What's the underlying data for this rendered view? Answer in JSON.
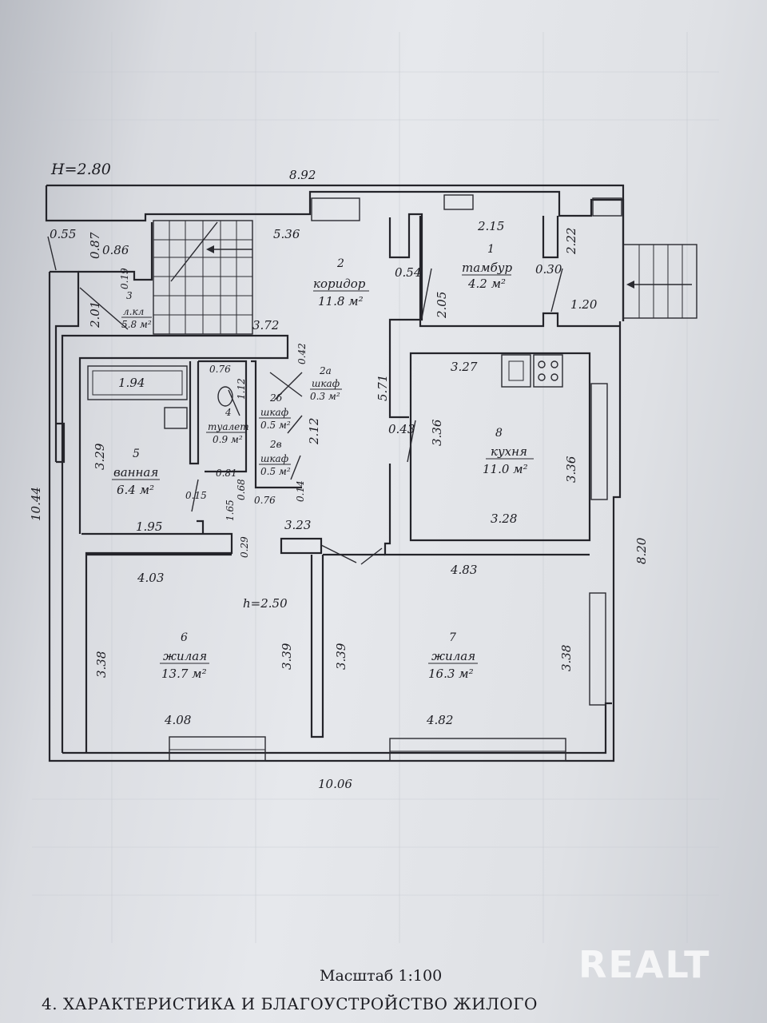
{
  "plan": {
    "height_main": "H=2.80",
    "height_living": "h=2.50",
    "dims": {
      "top_total": "8.92",
      "bottom_total": "10.06",
      "left_total": "10.44",
      "right_total": "8.20",
      "d_055": "0.55",
      "d_087": "0.87",
      "d_086": "0.86",
      "d_019": "0.19",
      "d_201": "2.01",
      "d_536": "5.36",
      "d_372": "3.72",
      "d_042": "0.42",
      "d_054": "0.54",
      "d_215": "2.15",
      "d_030": "0.30",
      "d_222": "2.22",
      "d_205": "2.05",
      "d_120": "1.20",
      "d_571": "5.71",
      "d_043": "0.43",
      "d_327": "3.27",
      "d_336a": "3.36",
      "d_336b": "3.36",
      "d_328": "3.28",
      "d_194": "1.94",
      "d_076a": "0.76",
      "d_112": "1.12",
      "d_212": "2.12",
      "d_329": "3.29",
      "d_081": "0.81",
      "d_068": "0.68",
      "d_076b": "0.76",
      "d_014": "0.14",
      "d_015": "0.15",
      "d_165": "1.65",
      "d_195": "1.95",
      "d_323": "3.23",
      "d_029": "0.29",
      "d_403": "4.03",
      "d_483": "4.83",
      "d_338a": "3.38",
      "d_339a": "3.39",
      "d_339b": "3.39",
      "d_338b": "3.38",
      "d_408": "4.08",
      "d_482": "4.82"
    },
    "rooms": [
      {
        "num": "1",
        "name": "тамбур",
        "area": "4.2 м²"
      },
      {
        "num": "2",
        "name": "коридор",
        "area": "11.8 м²"
      },
      {
        "num": "3",
        "name": "л.кл",
        "area": "5.8 м²"
      },
      {
        "num": "4",
        "name": "туалет",
        "area": "0.9 м²"
      },
      {
        "num": "5",
        "name": "ванная",
        "area": "6.4 м²"
      },
      {
        "num": "6",
        "name": "жилая",
        "area": "13.7 м²"
      },
      {
        "num": "7",
        "name": "жилая",
        "area": "16.3 м²"
      },
      {
        "num": "8",
        "name": "кухня",
        "area": "11.0 м²"
      },
      {
        "num": "2а",
        "name": "шкаф",
        "area": "0.3 м²"
      },
      {
        "num": "2б",
        "name": "шкаф",
        "area": "0.5 м²"
      },
      {
        "num": "2в",
        "name": "шкаф",
        "area": "0.5 м²"
      }
    ]
  },
  "footer": {
    "scale": "Масштаб  1:100",
    "heading": "4. ХАРАКТЕРИСТИКА И БЛАГОУСТРОЙСТВО ЖИЛОГО"
  },
  "watermark": "REALT"
}
